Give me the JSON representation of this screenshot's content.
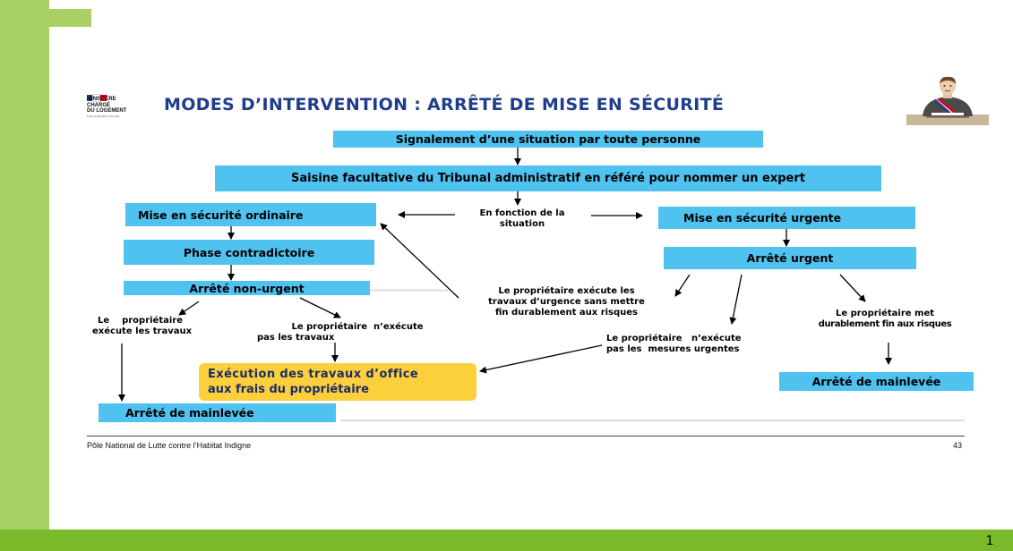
{
  "slide": {
    "title": "MODES D’INTERVENTION : ARRÊTÉ DE MISE EN SÉCURITÉ",
    "logo": {
      "text_lines": [
        "MINISTÈRE",
        "CHARGÉ",
        "DU LOGEMENT"
      ],
      "motto": "Liberté Égalité Fraternité"
    },
    "footer_left": "Pôle National de Lutte contre l’Habitat Indigne",
    "footer_right": "43",
    "page_number": "1",
    "colors": {
      "box_blue": "#4fc2ef",
      "box_yellow": "#fcd03c",
      "title_blue": "#1f3d8c",
      "green_light": "#a8d063",
      "green_dark": "#7ab929"
    }
  },
  "flow": {
    "signalement": "Signalement d’une situation par toute personne",
    "saisine": "Saisine facultative du Tribunal administratif en référé pour nommer un expert",
    "ordinaire": "Mise en sécurité ordinaire",
    "fonction_line1": "En fonction de la",
    "fonction_line2": "situation",
    "urgente": "Mise en sécurité urgente",
    "contradictoire": "Phase contradictoire",
    "arrete_urgent": "Arrêté urgent",
    "non_urgent": "Arrêté non-urgent",
    "proprio_execute_risques_l1": "Le propriétaire exécute les",
    "proprio_execute_risques_l2": "travaux d’urgence sans mettre",
    "proprio_execute_risques_l3": "fin durablement aux risques",
    "proprio_execute_l1": "Le    propriétaire",
    "proprio_execute_l2": "exécute les travaux",
    "proprio_nexecute_l1": "Le propriétaire  n’exécute",
    "proprio_nexecute_l2": "pas les travaux",
    "proprio_nexecute_mesures_l1": "Le propriétaire   n’exécute",
    "proprio_nexecute_mesures_l2": "pas les  mesures urgentes",
    "proprio_met_fin_l1": "Le propriétaire met",
    "proprio_met_fin_l2": "durablement fin aux risques",
    "execution_l1": "Exécution des travaux d’office",
    "execution_l2": "aux frais du propriétaire",
    "mainlevee_left": "Arrêté de mainlevée",
    "mainlevee_right": "Arrêté de mainlevée"
  }
}
